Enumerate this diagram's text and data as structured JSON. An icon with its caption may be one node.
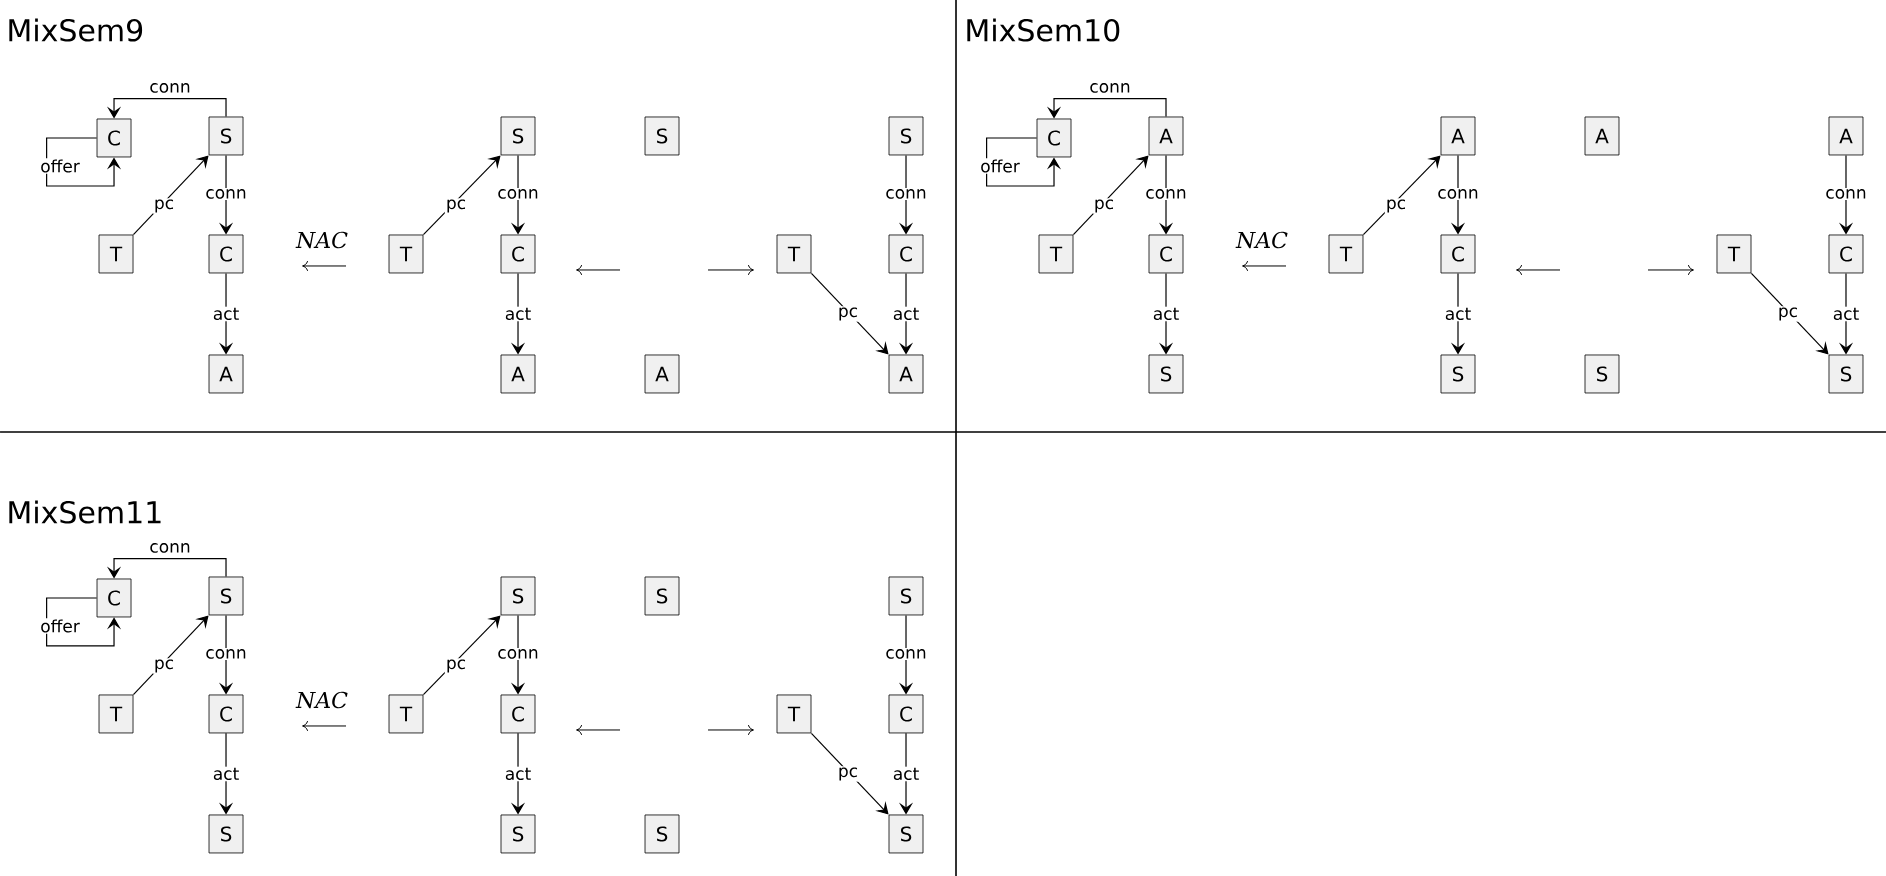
{
  "diagram": {
    "nodes": [
      {
        "text": [
          "C"
        ]
      },
      {
        "text": [
          "S"
        ]
      },
      {
        "text": [
          "T"
        ]
      },
      {
        "text": [
          "C"
        ]
      },
      {
        "text": [
          "A"
        ]
      },
      {
        "text": [
          "T"
        ]
      },
      {
        "text": [
          "S"
        ]
      },
      {
        "text": [
          "C"
        ]
      },
      {
        "text": [
          "A"
        ]
      },
      {
        "text": [
          "S"
        ]
      },
      {
        "text": [
          "A"
        ]
      },
      {
        "text": [
          "S"
        ]
      },
      {
        "text": [
          "T"
        ]
      },
      {
        "text": [
          "C"
        ]
      },
      {
        "text": [
          "A"
        ]
      },
      {
        "text": [
          "C"
        ]
      },
      {
        "text": [
          "A"
        ]
      },
      {
        "text": [
          "T"
        ]
      },
      {
        "text": [
          "C"
        ]
      },
      {
        "text": [
          "S"
        ]
      },
      {
        "text": [
          "T"
        ]
      },
      {
        "text": [
          "A"
        ]
      },
      {
        "text": [
          "C"
        ]
      },
      {
        "text": [
          "S"
        ]
      },
      {
        "text": [
          "A"
        ]
      },
      {
        "text": [
          "S"
        ]
      },
      {
        "text": [
          "A"
        ]
      },
      {
        "text": [
          "T"
        ]
      },
      {
        "text": [
          "C"
        ]
      },
      {
        "text": [
          "S"
        ]
      },
      {
        "text": [
          "C"
        ]
      },
      {
        "text": [
          "S"
        ]
      },
      {
        "text": [
          "T"
        ]
      },
      {
        "text": [
          "C"
        ]
      },
      {
        "text": [
          "S"
        ]
      },
      {
        "text": [
          "T"
        ]
      },
      {
        "text": [
          "S"
        ]
      },
      {
        "text": [
          "C"
        ]
      },
      {
        "text": [
          "S"
        ]
      },
      {
        "text": [
          "S"
        ]
      },
      {
        "text": [
          "S"
        ]
      },
      {
        "text": [
          "S"
        ]
      },
      {
        "text": [
          "T"
        ]
      },
      {
        "text": [
          "C"
        ]
      },
      {
        "text": [
          "S"
        ]
      }
    ],
    "edges": [
      {
        "from": 1,
        "to": 0,
        "arrow": "to",
        "label": "conn"
      },
      {
        "from": 0,
        "to": 0,
        "arrow": "to",
        "label": "offer"
      },
      {
        "from": 2,
        "to": 1,
        "arrow": "to",
        "label": "pc"
      },
      {
        "from": 1,
        "to": 3,
        "arrow": "to",
        "label": "conn"
      },
      {
        "from": 3,
        "to": 4,
        "arrow": "to",
        "label": "act"
      },
      {
        "from": 5,
        "to": 6,
        "arrow": "to",
        "label": "pc"
      },
      {
        "from": 6,
        "to": 7,
        "arrow": "to",
        "label": "conn"
      },
      {
        "from": 7,
        "to": 8,
        "arrow": "to",
        "label": "act"
      },
      {
        "from": 11,
        "to": 13,
        "arrow": "to",
        "label": "conn"
      },
      {
        "from": 13,
        "to": 14,
        "arrow": "to",
        "label": "act"
      },
      {
        "from": 12,
        "to": 14,
        "arrow": "to",
        "label": "pc"
      },
      {
        "from": 16,
        "to": 15,
        "arrow": "to",
        "label": "conn"
      },
      {
        "from": 15,
        "to": 15,
        "arrow": "to",
        "label": "offer"
      },
      {
        "from": 17,
        "to": 16,
        "arrow": "to",
        "label": "pc"
      },
      {
        "from": 16,
        "to": 18,
        "arrow": "to",
        "label": "conn"
      },
      {
        "from": 18,
        "to": 19,
        "arrow": "to",
        "label": "act"
      },
      {
        "from": 20,
        "to": 21,
        "arrow": "to",
        "label": "pc"
      },
      {
        "from": 21,
        "to": 22,
        "arrow": "to",
        "label": "conn"
      },
      {
        "from": 22,
        "to": 23,
        "arrow": "to",
        "label": "act"
      },
      {
        "from": 26,
        "to": 28,
        "arrow": "to",
        "label": "conn"
      },
      {
        "from": 28,
        "to": 29,
        "arrow": "to",
        "label": "act"
      },
      {
        "from": 27,
        "to": 29,
        "arrow": "to",
        "label": "pc"
      },
      {
        "from": 31,
        "to": 30,
        "arrow": "to",
        "label": "conn"
      },
      {
        "from": 30,
        "to": 30,
        "arrow": "to",
        "label": "offer"
      },
      {
        "from": 32,
        "to": 31,
        "arrow": "to",
        "label": "pc"
      },
      {
        "from": 31,
        "to": 33,
        "arrow": "to",
        "label": "conn"
      },
      {
        "from": 33,
        "to": 34,
        "arrow": "to",
        "label": "act"
      },
      {
        "from": 35,
        "to": 36,
        "arrow": "to",
        "label": "pc"
      },
      {
        "from": 36,
        "to": 37,
        "arrow": "to",
        "label": "conn"
      },
      {
        "from": 37,
        "to": 38,
        "arrow": "to",
        "label": "act"
      },
      {
        "from": 41,
        "to": 43,
        "arrow": "to",
        "label": "conn"
      },
      {
        "from": 43,
        "to": 44,
        "arrow": "to",
        "label": "act"
      },
      {
        "from": 42,
        "to": 44,
        "arrow": "to",
        "label": "pc"
      }
    ],
    "labels": [
      "MixSem9",
      "NAC",
      "MixSem10",
      "NAC",
      "MixSem11",
      "NAC"
    ]
  }
}
